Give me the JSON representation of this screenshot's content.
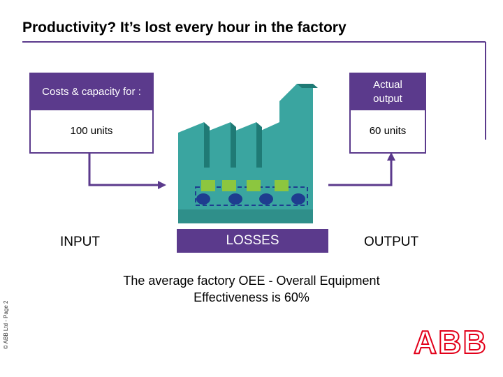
{
  "title": "Productivity? It’s lost every hour in the factory",
  "input_box": {
    "header": "Costs & capacity for :",
    "value": "100 units"
  },
  "output_box": {
    "header": "Actual output",
    "value": "60 units"
  },
  "stages": {
    "input": "INPUT",
    "losses": "LOSSES",
    "output": "OUTPUT"
  },
  "note": "The average factory OEE - Overall Equipment Effectiveness is 60%",
  "copyright": "© ABB Ltd - Page 2",
  "logo": "ABB",
  "colors": {
    "accent": "#5b3a8c",
    "factory": "#3aa5a0",
    "factory_dark": "#1f7a75",
    "product": "#8cc63f",
    "roller": "#1e3d8f"
  }
}
